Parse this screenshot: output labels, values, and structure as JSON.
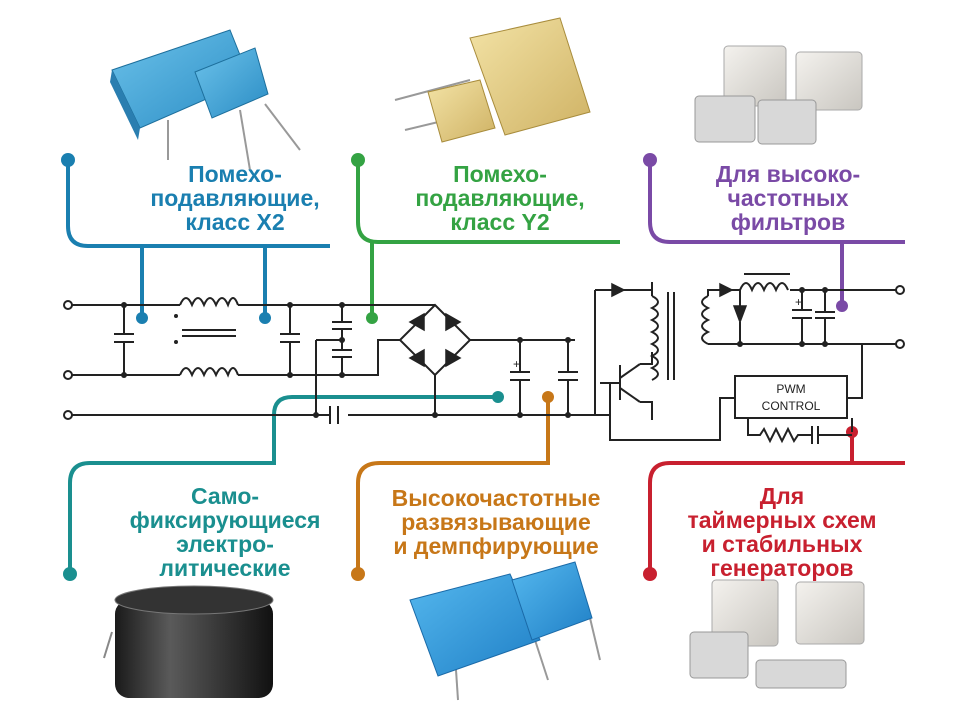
{
  "groups": {
    "x2": {
      "lines": [
        "Помехо-",
        "подавляющие,",
        "класс X2"
      ],
      "color": "#1a7fb0"
    },
    "y2": {
      "lines": [
        "Помехо-",
        "подавляющие,",
        "класс Y2"
      ],
      "color": "#34a343"
    },
    "hf_filters": {
      "lines": [
        "Для высоко-",
        "частотных",
        "фильтров"
      ],
      "color": "#7a4aa6"
    },
    "electrolytic": {
      "lines": [
        "Само-",
        "фиксирующиеся",
        "электро-",
        "литические"
      ],
      "color": "#1a8f8f"
    },
    "decoupling": {
      "lines": [
        "Высокочастотные",
        "развязывающие",
        "и демпфирующие"
      ],
      "color": "#c77718"
    },
    "timers": {
      "lines": [
        "Для",
        "таймерных схем",
        "и стабильных",
        "генераторов"
      ],
      "color": "#c8202f"
    }
  },
  "pwm_block": {
    "line1": "PWM",
    "line2": "CONTROL"
  },
  "icons": [
    "film-capacitor-x2-icon",
    "film-capacitor-y2-icon",
    "ceramic-capacitor-icon",
    "electrolytic-capacitor-icon",
    "film-capacitor-decoupling-icon",
    "ceramic-capacitor-timer-icon"
  ]
}
